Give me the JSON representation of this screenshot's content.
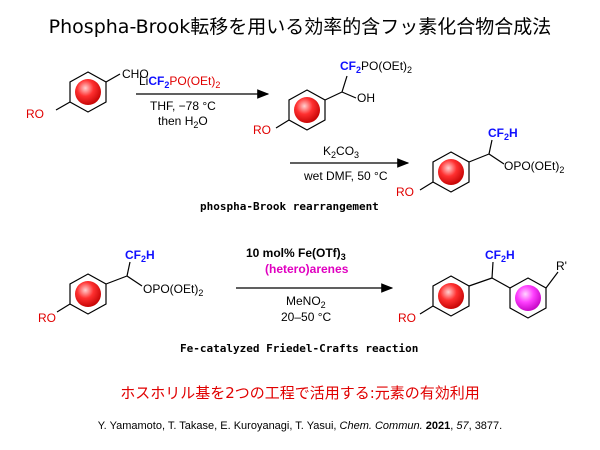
{
  "title": "Phospha-Brook転移を用いる効率的含フッ素化合物合成法",
  "step1": {
    "sm_cho": "CHO",
    "sm_ro": "RO",
    "reagent_li": "Li",
    "reagent_cf2": "CF",
    "reagent_cf2_sub": "2",
    "reagent_rest": "PO(OEt)",
    "reagent_rest_sub": "2",
    "cond1": "THF, −78 °C",
    "cond2": "then H",
    "cond2_sub": "2",
    "cond2_end": "O",
    "prod_cf2": "CF",
    "prod_cf2_sub": "2",
    "prod_po": "PO(OEt)",
    "prod_po_sub": "2",
    "prod_oh": "OH",
    "prod_ro": "RO"
  },
  "step2": {
    "reagent": "K",
    "reagent_sub": "2",
    "reagent_end": "CO",
    "reagent_sub2": "3",
    "cond": "wet DMF, 50 °C",
    "label": "phospha-Brook rearrangement",
    "prod_cf2h": "CF",
    "prod_cf2h_sub": "2",
    "prod_cf2h_end": "H",
    "prod_opo": "OPO(OEt)",
    "prod_opo_sub": "2",
    "prod_ro": "RO"
  },
  "step3": {
    "sm_cf2h": "CF",
    "sm_cf2h_sub": "2",
    "sm_cf2h_end": "H",
    "sm_opo": "OPO(OEt)",
    "sm_opo_sub": "2",
    "sm_ro": "RO",
    "cat": "10 mol% Fe(OTf)",
    "cat_sub": "3",
    "arenes": "(hetero)arenes",
    "solv": "MeNO",
    "solv_sub": "2",
    "temp": "20–50 °C",
    "label": "Fe-catalyzed Friedel-Crafts reaction",
    "prod_cf2h": "CF",
    "prod_cf2h_sub": "2",
    "prod_cf2h_end": "H",
    "prod_rprime": "R'",
    "prod_ro": "RO"
  },
  "footer": "ホスホリル基を2つの工程で活用する:元素の有効利用",
  "reference": {
    "authors": "Y. Yamamoto, T. Takase, E. Kuroyanagi, T. Yasui, ",
    "journal": "Chem. Commun.",
    "year": "2021",
    "volume": "57",
    "pages": ", 3877."
  },
  "colors": {
    "ring_red": "#ff3030",
    "ring_magenta": "#ff40ff",
    "fluoro_blue": "#1010ff",
    "oxygen_red": "#e00000"
  }
}
